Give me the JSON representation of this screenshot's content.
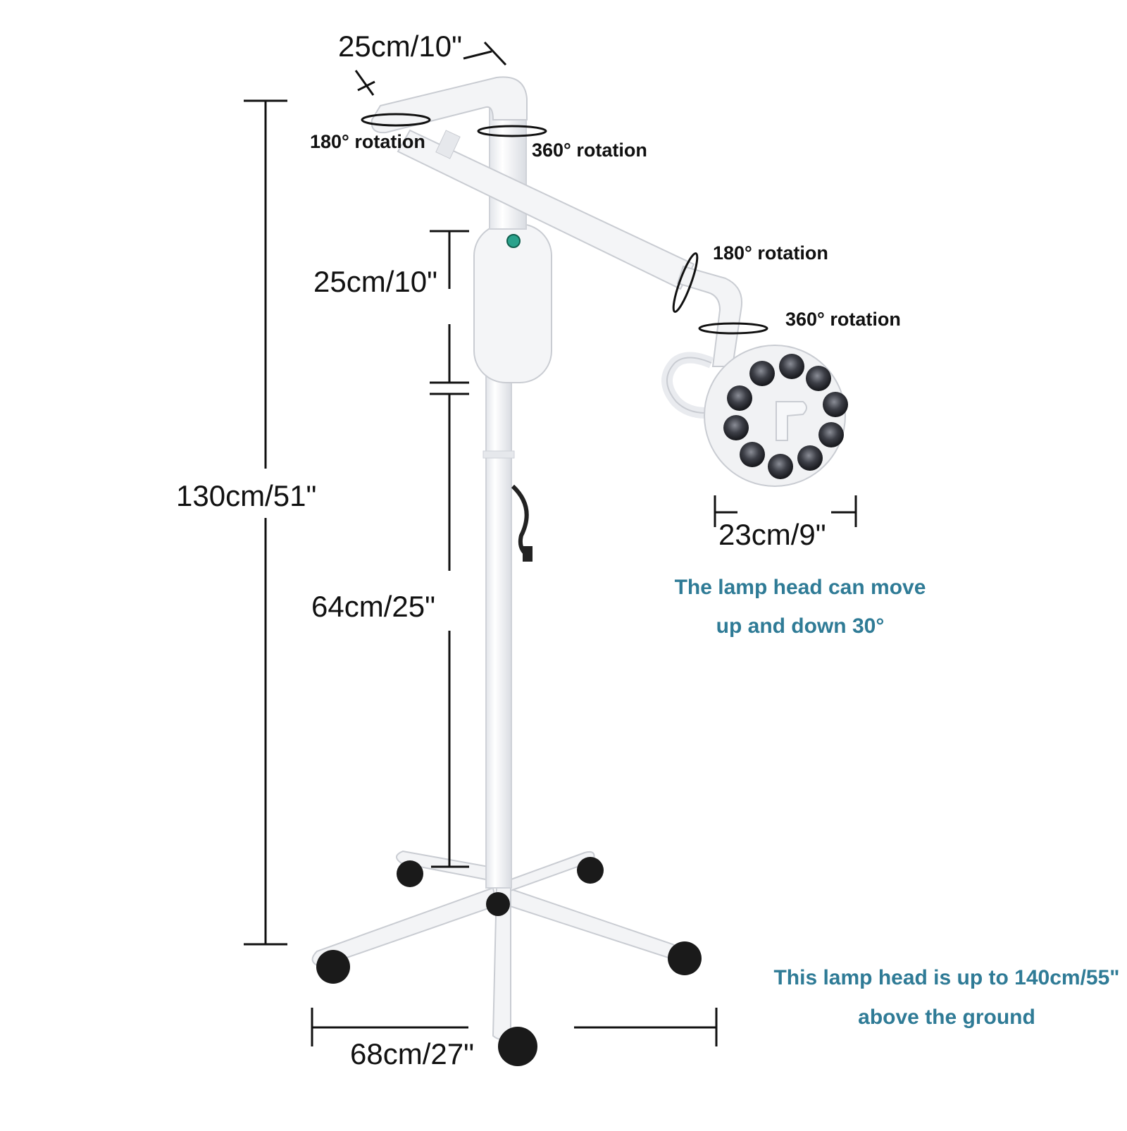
{
  "dimensions": {
    "arm_top": "25cm/10\"",
    "total_height": "130cm/51\"",
    "body_height": "25cm/10\"",
    "pole_height": "64cm/25\"",
    "head_width": "23cm/9\"",
    "base_width": "68cm/27\""
  },
  "rotations": {
    "top_left": "180° rotation",
    "top_right": "360° rotation",
    "head_upper": "180° rotation",
    "head_lower": "360° rotation"
  },
  "notes": {
    "head_move_line1": "The lamp head can move",
    "head_move_line2": "up and down 30°",
    "height_line1": "This lamp head is up to 140cm/55\"",
    "height_line2": "above the ground"
  },
  "colors": {
    "note_text": "#2f7b96",
    "lamp_body": "#f4f5f7",
    "dimension_lines": "#111111",
    "caster": "#1a1a1a"
  }
}
